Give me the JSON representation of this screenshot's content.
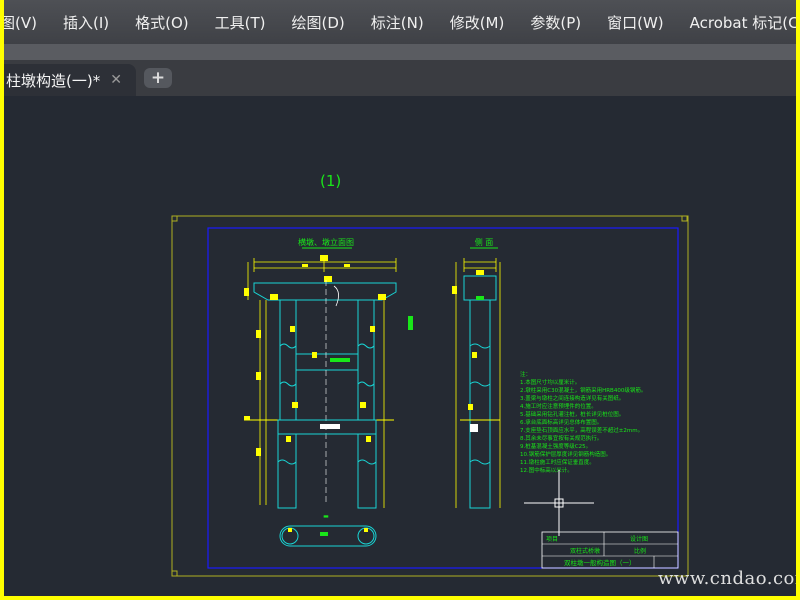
{
  "menu": {
    "items": [
      "图(V)",
      "插入(I)",
      "格式(O)",
      "工具(T)",
      "绘图(D)",
      "标注(N)",
      "修改(M)",
      "参数(P)",
      "窗口(W)",
      "Acrobat 标记(C"
    ]
  },
  "tabs": {
    "active_label": "柱墩构造(一)*",
    "close_glyph": "✕",
    "add_glyph": "+"
  },
  "viewport": {
    "label": "(1)"
  },
  "drawing": {
    "title_front": "横墩、墩立面图",
    "title_side": "侧 面",
    "notes": [
      "注：",
      "1.本图尺寸均以厘米计。",
      "2.墩柱采用C30混凝土，钢筋采用HRB400级钢筋。",
      "3.盖梁与墩柱之间连接构造详见有关图纸。",
      "4.施工时应注意预埋件的位置。",
      "5.基础采用钻孔灌注桩，桩长详见桩位图。",
      "6.承台底面标高详见总体布置图。",
      "7.支座垫石顶面应水平，高程误差不超过±2mm。",
      "8.其余未尽事宜按有关规范执行。",
      "9.桩基混凝土强度等级C25。",
      "10.钢筋保护层厚度详见钢筋构造图。",
      "11.墩柱施工时应保证垂直度。",
      "12.图中标高以米计。"
    ],
    "title_block": {
      "row1_left": "项目",
      "row1_right": "设计图",
      "row2_left": "双柱式桥墩",
      "row2_right": "比例",
      "main": "双柱墩一般构造图（一）"
    }
  },
  "watermark": "www.cndao.com",
  "colors": {
    "yellow": "#ffff00",
    "green": "#19e619",
    "cyan": "#19d4d4",
    "blue": "#1a1aff",
    "white": "#ffffff",
    "magenta": "#ff40ff"
  }
}
